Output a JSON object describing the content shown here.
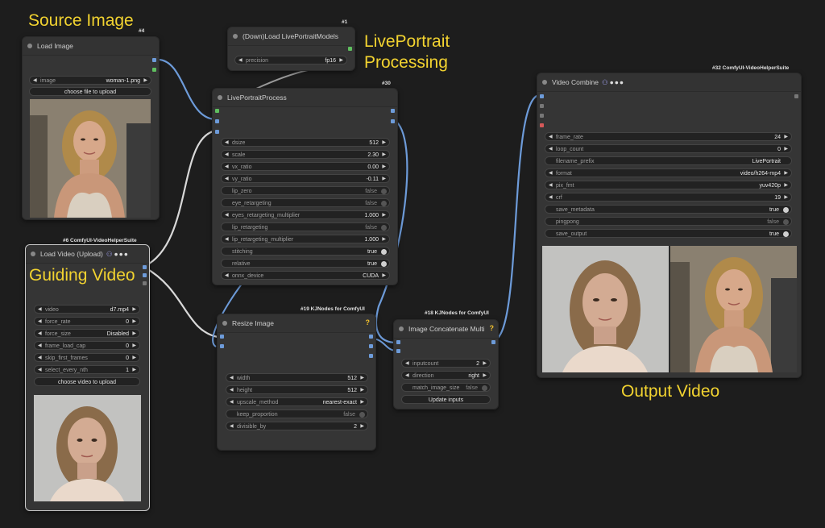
{
  "annotations": {
    "source": "Source Image",
    "processing": "LivePortrait\nProcessing",
    "guiding": "Guiding Video",
    "output": "Output Video"
  },
  "load_image": {
    "tag": "#4",
    "title": "Load Image",
    "image_label": "image",
    "image_value": "woman-1.png",
    "upload_button": "choose file to upload"
  },
  "load_models": {
    "tag": "#1",
    "title": "(Down)Load LivePortraitModels",
    "precision_label": "precision",
    "precision_value": "fp16"
  },
  "process": {
    "tag": "#30",
    "title": "LivePortraitProcess",
    "widgets": [
      {
        "label": "dsize",
        "value": "512"
      },
      {
        "label": "scale",
        "value": "2.30"
      },
      {
        "label": "vx_ratio",
        "value": "0.00"
      },
      {
        "label": "vy_ratio",
        "value": "-0.11"
      },
      {
        "label": "lip_zero",
        "value": "false"
      },
      {
        "label": "eye_retargeting",
        "value": "false"
      },
      {
        "label": "eyes_retargeting_multiplier",
        "value": "1.000"
      },
      {
        "label": "lip_retargeting",
        "value": "false"
      },
      {
        "label": "lip_retargeting_multiplier",
        "value": "1.000"
      },
      {
        "label": "stitching",
        "value": "true"
      },
      {
        "label": "relative",
        "value": "true"
      },
      {
        "label": "onnx_device",
        "value": "CUDA"
      }
    ]
  },
  "load_video": {
    "tag": "#6 ComfyUI-VideoHelperSuite",
    "title": "Load Video (Upload)",
    "widgets": [
      {
        "label": "video",
        "value": "d7.mp4"
      },
      {
        "label": "force_rate",
        "value": "0"
      },
      {
        "label": "force_size",
        "value": "Disabled"
      },
      {
        "label": "frame_load_cap",
        "value": "0"
      },
      {
        "label": "skip_first_frames",
        "value": "0"
      },
      {
        "label": "select_every_nth",
        "value": "1"
      }
    ],
    "upload_button": "choose video to upload"
  },
  "resize": {
    "tag": "#19 KJNodes for ComfyUI",
    "title": "Resize Image",
    "help": "?",
    "widgets": [
      {
        "label": "width",
        "value": "512"
      },
      {
        "label": "height",
        "value": "512"
      },
      {
        "label": "upscale_method",
        "value": "nearest-exact"
      },
      {
        "label": "keep_proportion",
        "value": "false"
      },
      {
        "label": "divisible_by",
        "value": "2"
      }
    ]
  },
  "concat": {
    "tag": "#18 KJNodes for ComfyUI",
    "title": "Image Concatenate Multi",
    "help": "?",
    "widgets": [
      {
        "label": "inputcount",
        "value": "2"
      },
      {
        "label": "direction",
        "value": "right"
      },
      {
        "label": "match_image_size",
        "value": "false"
      }
    ],
    "update_button": "Update inputs"
  },
  "combine": {
    "tag": "#32 ComfyUI-VideoHelperSuite",
    "title": "Video Combine",
    "widgets": [
      {
        "label": "frame_rate",
        "value": "24"
      },
      {
        "label": "loop_count",
        "value": "0"
      },
      {
        "label": "filename_prefix",
        "value": "LivePortrait"
      },
      {
        "label": "format",
        "value": "video/h264-mp4"
      },
      {
        "label": "pix_fmt",
        "value": "yuv420p"
      },
      {
        "label": "crf",
        "value": "19"
      },
      {
        "label": "save_metadata",
        "value": "true"
      },
      {
        "label": "pingpong",
        "value": "false"
      },
      {
        "label": "save_output",
        "value": "true"
      }
    ]
  },
  "colors": {
    "annotation": "#f2d330",
    "wire_blue": "#6d9bd9",
    "wire_white": "#d8d8d8",
    "wire_gray": "#9a9a9a"
  }
}
